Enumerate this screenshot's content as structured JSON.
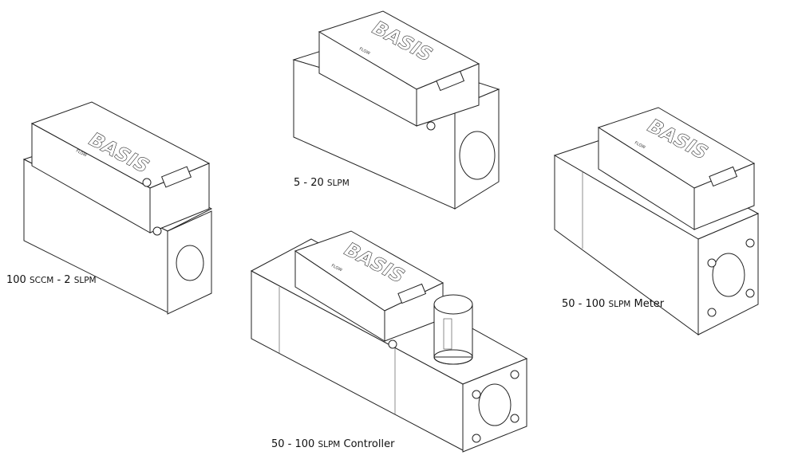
{
  "devices": [
    {
      "id": "d1",
      "caption": {
        "a": "100 ",
        "b": "SCCM",
        "c": " - 2 ",
        "d": "SLPM",
        "e": ""
      }
    },
    {
      "id": "d2",
      "caption": {
        "a": "5 - 20 ",
        "b": "SLPM",
        "c": "",
        "d": "",
        "e": ""
      }
    },
    {
      "id": "d3",
      "caption": {
        "a": "50 - 100 ",
        "b": "SLPM",
        "c": " Meter",
        "d": "",
        "e": ""
      }
    },
    {
      "id": "d4",
      "caption": {
        "a": "50 - 100 ",
        "b": "SLPM",
        "c": " Controller",
        "d": "",
        "e": ""
      }
    }
  ],
  "logo_text": "BASIS",
  "flow_label": "FLOW"
}
